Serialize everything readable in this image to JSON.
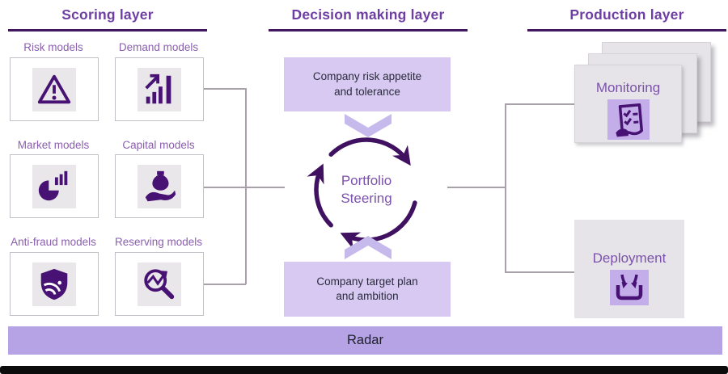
{
  "headers": {
    "scoring": "Scoring layer",
    "decision": "Decision making layer",
    "production": "Production layer"
  },
  "models": [
    {
      "label": "Risk models",
      "icon": "warning-triangle-icon"
    },
    {
      "label": "Demand models",
      "icon": "trend-bars-icon"
    },
    {
      "label": "Market  models",
      "icon": "pie-chart-icon"
    },
    {
      "label": "Capital models",
      "icon": "hand-money-icon"
    },
    {
      "label": "Anti-fraud models",
      "icon": "shield-signal-icon"
    },
    {
      "label": "Reserving models",
      "icon": "magnifier-trend-icon"
    }
  ],
  "flow": {
    "top_box": {
      "line1": "Company risk appetite",
      "line2": "and tolerance"
    },
    "center": {
      "line1": "Portfolio",
      "line2": "Steering"
    },
    "bottom_box": {
      "line1": "Company target plan",
      "line2": "and ambition"
    }
  },
  "production": {
    "items": [
      {
        "label": "Monitoring",
        "icon": "checklist-icon"
      },
      {
        "label": "Deployment",
        "icon": "deploy-arrows-icon"
      }
    ]
  },
  "footer": {
    "label": "Radar"
  },
  "colors": {
    "header_text": "#6e3fa3",
    "header_underline": "#42175f",
    "model_label": "#8a5fae",
    "icon_dark_purple": "#471273",
    "cycle_arrow": "#3f1160",
    "light_purple_box": "#d7c9f1",
    "chevron": "#c6b9ec",
    "radar_bar": "#b5a3e6",
    "production_card": "#e6e4e8",
    "icon_purple_bg": "#c3aeea",
    "connector": "#a8a1aa"
  }
}
